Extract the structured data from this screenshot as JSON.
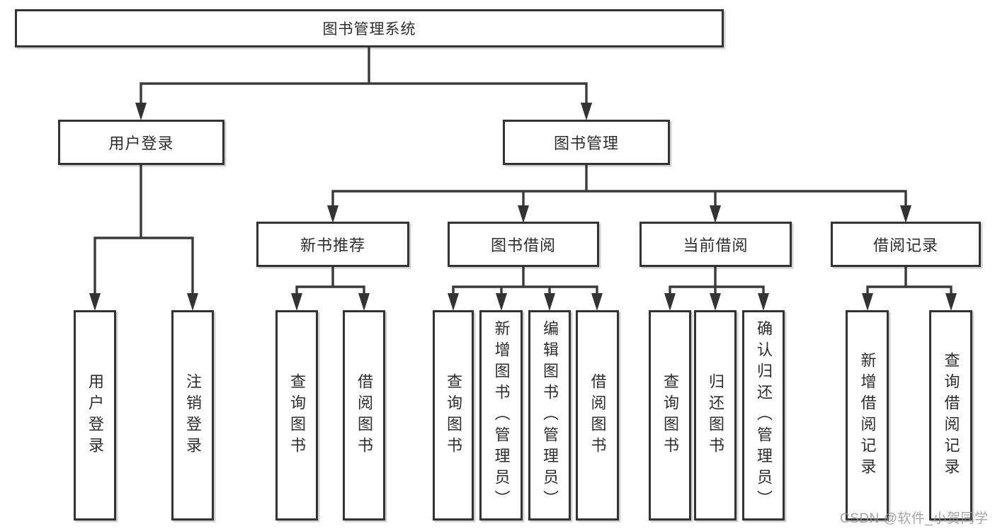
{
  "colors": {
    "line": "#3a3a3a",
    "box_border": "#333333",
    "text": "#2d2d2d",
    "background": "#ffffff",
    "watermark": "#949494"
  },
  "watermark": {
    "text": "CSDN @软件_小贺同学"
  },
  "diagram": {
    "root": {
      "label": "图书管理系统"
    },
    "level2": [
      {
        "label": "用户登录",
        "children": [
          {
            "label": "用户登录"
          },
          {
            "label": "注销登录"
          }
        ]
      },
      {
        "label": "图书管理",
        "children": [
          {
            "label": "新书推荐",
            "children": [
              {
                "label": "查询图书"
              },
              {
                "label": "借阅图书"
              }
            ]
          },
          {
            "label": "图书借阅",
            "children": [
              {
                "label": "查询图书"
              },
              {
                "label": "新增图书（管理员）"
              },
              {
                "label": "编辑图书（管理员）"
              },
              {
                "label": "借阅图书"
              }
            ]
          },
          {
            "label": "当前借阅",
            "children": [
              {
                "label": "查询图书"
              },
              {
                "label": "归还图书"
              },
              {
                "label": "确认归还（管理员）"
              }
            ]
          },
          {
            "label": "借阅记录",
            "children": [
              {
                "label": "新增借阅记录"
              },
              {
                "label": "查询借阅记录"
              }
            ]
          }
        ]
      }
    ]
  }
}
